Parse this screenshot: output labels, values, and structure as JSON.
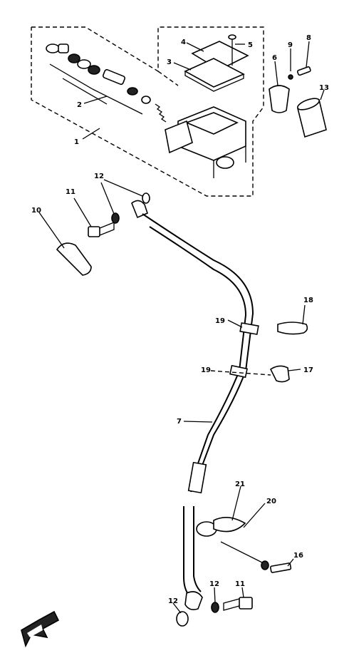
{
  "diagram": {
    "callouts": [
      {
        "id": "c1",
        "text": "1"
      },
      {
        "id": "c2",
        "text": "2"
      },
      {
        "id": "c3",
        "text": "3"
      },
      {
        "id": "c4",
        "text": "4"
      },
      {
        "id": "c5",
        "text": "5"
      },
      {
        "id": "c6",
        "text": "6"
      },
      {
        "id": "c7",
        "text": "7"
      },
      {
        "id": "c8",
        "text": "8"
      },
      {
        "id": "c9",
        "text": "9"
      },
      {
        "id": "c10",
        "text": "10"
      },
      {
        "id": "c11a",
        "text": "11"
      },
      {
        "id": "c11b",
        "text": "11"
      },
      {
        "id": "c12a",
        "text": "12"
      },
      {
        "id": "c12b",
        "text": "12"
      },
      {
        "id": "c12c",
        "text": "12"
      },
      {
        "id": "c13",
        "text": "13"
      },
      {
        "id": "c16",
        "text": "16"
      },
      {
        "id": "c17",
        "text": "17"
      },
      {
        "id": "c18",
        "text": "18"
      },
      {
        "id": "c19a",
        "text": "19"
      },
      {
        "id": "c19b",
        "text": "19"
      },
      {
        "id": "c20",
        "text": "20"
      },
      {
        "id": "c21",
        "text": "21"
      }
    ],
    "colors": {
      "ink": "#000000",
      "paper": "#ffffff"
    }
  }
}
